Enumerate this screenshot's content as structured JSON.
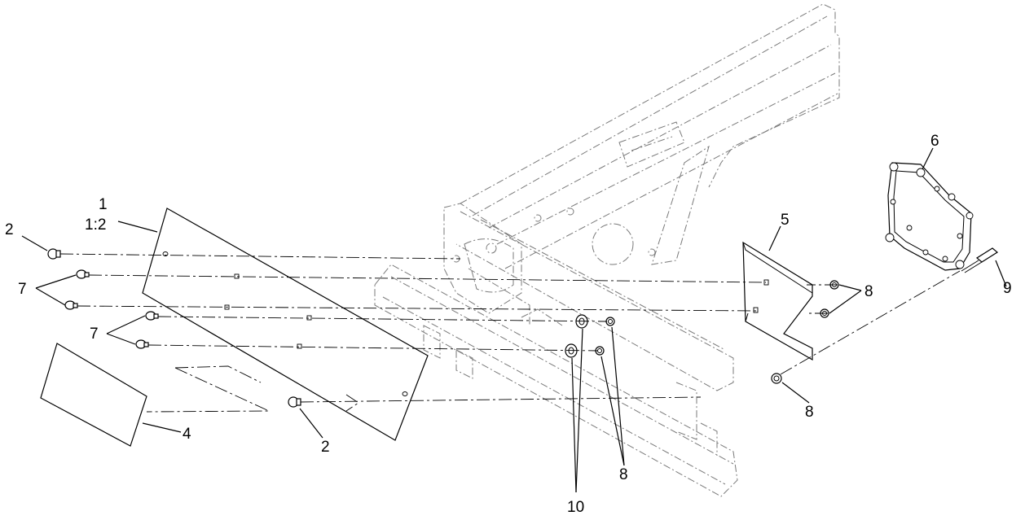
{
  "callouts": {
    "item1": "1",
    "item1_scale": "1:2",
    "item2_top": "2",
    "item2_bottom": "2",
    "item4": "4",
    "item5": "5",
    "item6": "6",
    "item7_top": "7",
    "item7_bottom": "7",
    "item8_upper": "8",
    "item8_lower_right": "8",
    "item8_bottom": "8",
    "item9": "9",
    "item10": "10"
  }
}
